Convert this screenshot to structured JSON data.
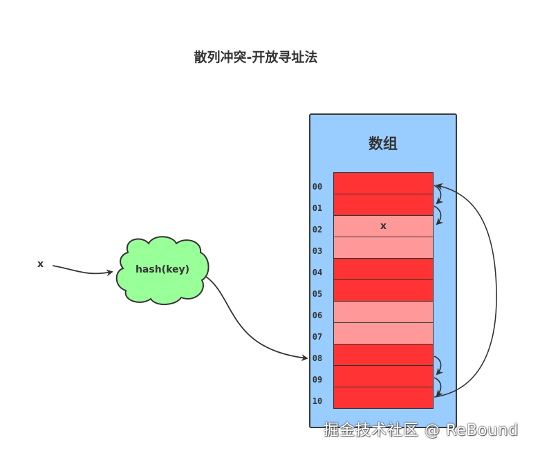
{
  "title": "散列冲突-开放寻址法",
  "array": {
    "label": "数组",
    "cells": [
      {
        "index": "00",
        "value": "",
        "state": "occupied"
      },
      {
        "index": "01",
        "value": "",
        "state": "occupied"
      },
      {
        "index": "02",
        "value": "x",
        "state": "free"
      },
      {
        "index": "03",
        "value": "",
        "state": "free"
      },
      {
        "index": "04",
        "value": "",
        "state": "occupied"
      },
      {
        "index": "05",
        "value": "",
        "state": "occupied"
      },
      {
        "index": "06",
        "value": "",
        "state": "free"
      },
      {
        "index": "07",
        "value": "",
        "state": "free"
      },
      {
        "index": "08",
        "value": "",
        "state": "occupied"
      },
      {
        "index": "09",
        "value": "",
        "state": "occupied"
      },
      {
        "index": "10",
        "value": "",
        "state": "occupied"
      }
    ]
  },
  "input": {
    "label": "x"
  },
  "hash_function": {
    "label": "hash(key)"
  },
  "watermark": "掘金技术社区 @ ReBound",
  "colors": {
    "occupied": "#ff3333",
    "free": "#ff9999",
    "array_bg": "#99ccff",
    "cloud": "#99ff99",
    "stroke": "#333333"
  }
}
